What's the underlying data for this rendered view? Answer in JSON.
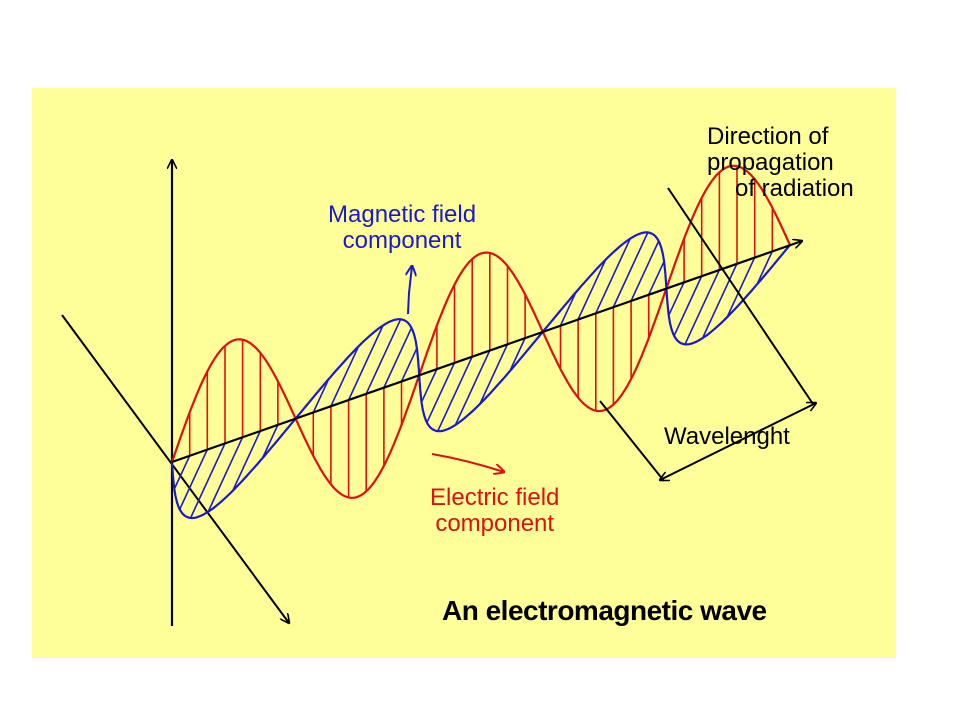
{
  "colors": {
    "background": "#ffff99",
    "electric": "#dd1111",
    "magnetic": "#1a1acc",
    "axes": "#000000"
  },
  "labels": {
    "direction": [
      "Direction of",
      "propagation",
      "of radiation"
    ],
    "magnetic": [
      "Magnetic field",
      "component"
    ],
    "electric": [
      "Electric field",
      "component"
    ],
    "wavelength": "Wavelenght",
    "caption": "An electromagnetic wave"
  },
  "wave": {
    "cycles_shown": 2.5,
    "electric_orientation": "vertical",
    "magnetic_orientation": "horizontal (perspective)"
  }
}
